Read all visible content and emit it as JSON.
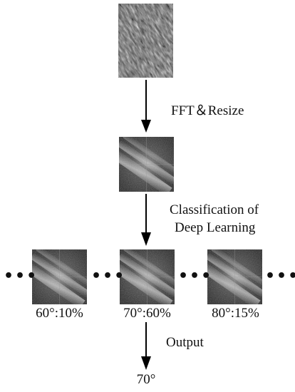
{
  "steps": {
    "fft_resize": "FFT＆Resize",
    "classification_line1": "Classification of",
    "classification_line2": "Deep Learning",
    "output": "Output"
  },
  "candidates": [
    {
      "label": "60°:10%"
    },
    {
      "label": "70°:60%"
    },
    {
      "label": "80°:15%"
    }
  ],
  "result": "70°",
  "ellipsis": "•••"
}
